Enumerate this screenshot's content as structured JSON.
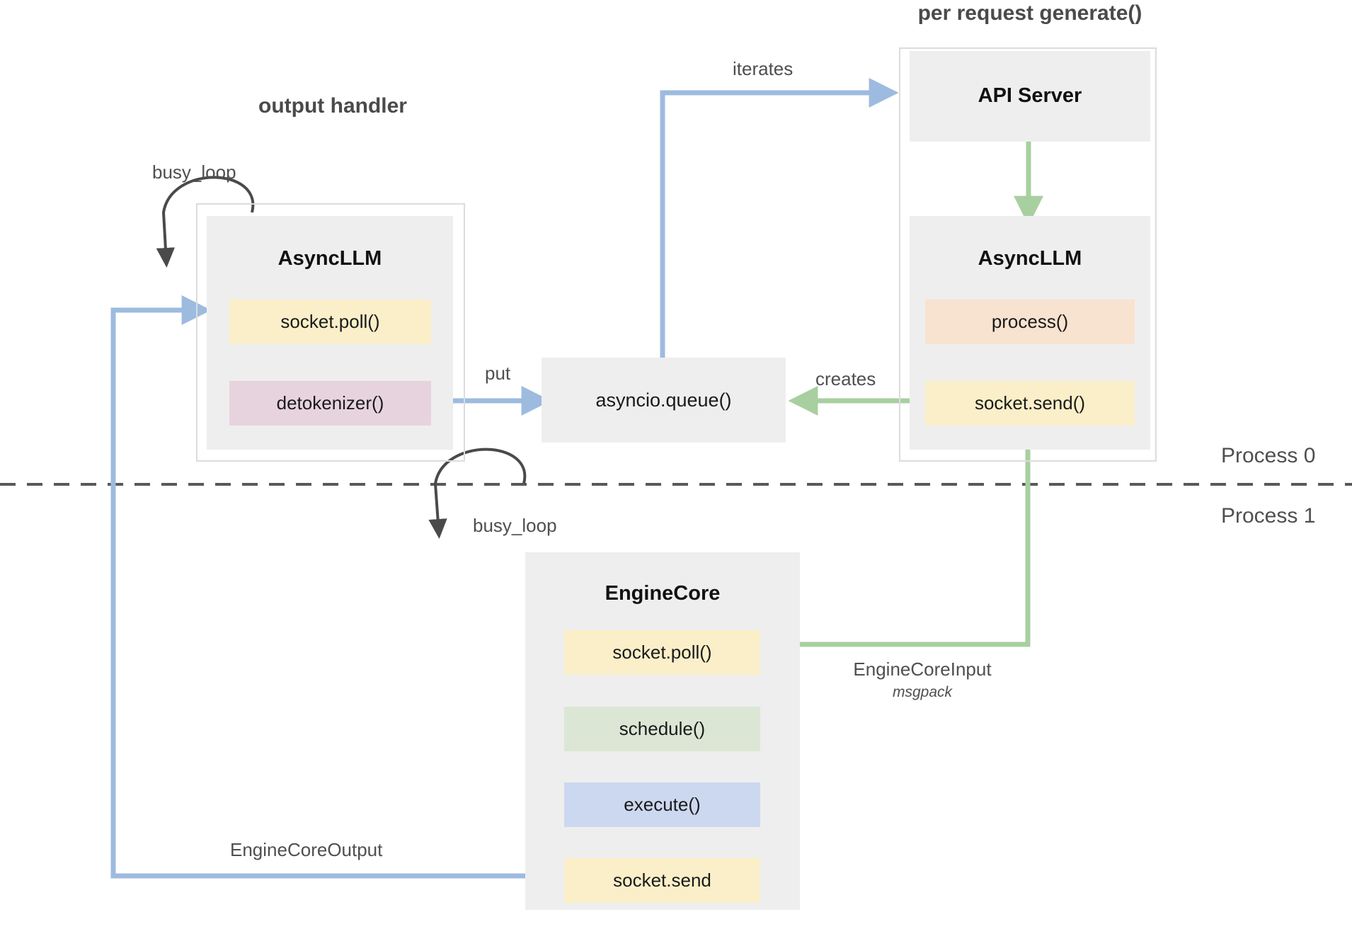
{
  "diagram": {
    "title_groups": [
      {
        "id": "output-handler",
        "label": "output handler"
      },
      {
        "id": "per-request-generate",
        "label": "per request generate()"
      }
    ],
    "process_labels": {
      "top": "Process 0",
      "bottom": "Process 1"
    },
    "components": {
      "async_llm_left": {
        "title": "AsyncLLM",
        "chips": [
          {
            "label": "socket.poll()",
            "color": "#faefc8",
            "name": "socket-poll"
          },
          {
            "label": "detokenizer()",
            "color": "#e7d3de",
            "name": "detokenizer"
          }
        ]
      },
      "api_server": {
        "title": "API Server"
      },
      "async_llm_right": {
        "title": "AsyncLLM",
        "chips": [
          {
            "label": "process()",
            "color": "#f8e2d0",
            "name": "process"
          },
          {
            "label": "socket.send()",
            "color": "#faefc8",
            "name": "socket-send"
          }
        ]
      },
      "asyncio_queue": {
        "label": "asyncio.queue()"
      },
      "engine_core": {
        "title": "EngineCore",
        "chips": [
          {
            "label": "socket.poll()",
            "color": "#faefc8",
            "name": "socket-poll"
          },
          {
            "label": "schedule()",
            "color": "#dbe7d4",
            "name": "schedule"
          },
          {
            "label": "execute()",
            "color": "#ccd8f0",
            "name": "execute"
          },
          {
            "label": "socket.send",
            "color": "#faefc8",
            "name": "socket-send"
          }
        ]
      }
    },
    "edge_labels": {
      "busy_loop_top": "busy_loop",
      "busy_loop_bottom": "busy_loop",
      "iterates": "iterates",
      "creates": "creates",
      "put": "put",
      "engine_core_input": "EngineCoreInput",
      "engine_core_input_format": "msgpack",
      "engine_core_output": "EngineCoreOutput"
    },
    "colors": {
      "arrow_blue": "#9dbbdf",
      "arrow_green": "#a8cfa0",
      "arrow_dark": "#4a4a4a",
      "box_gray": "#eeeeee",
      "border_gray": "#dcdcdc",
      "divider_dash": "#595959",
      "chip_yellow": "#faefc8",
      "chip_pink": "#e7d3de",
      "chip_peach": "#f8e2d0",
      "chip_green": "#dbe7d4",
      "chip_blue": "#ccd8f0"
    }
  }
}
